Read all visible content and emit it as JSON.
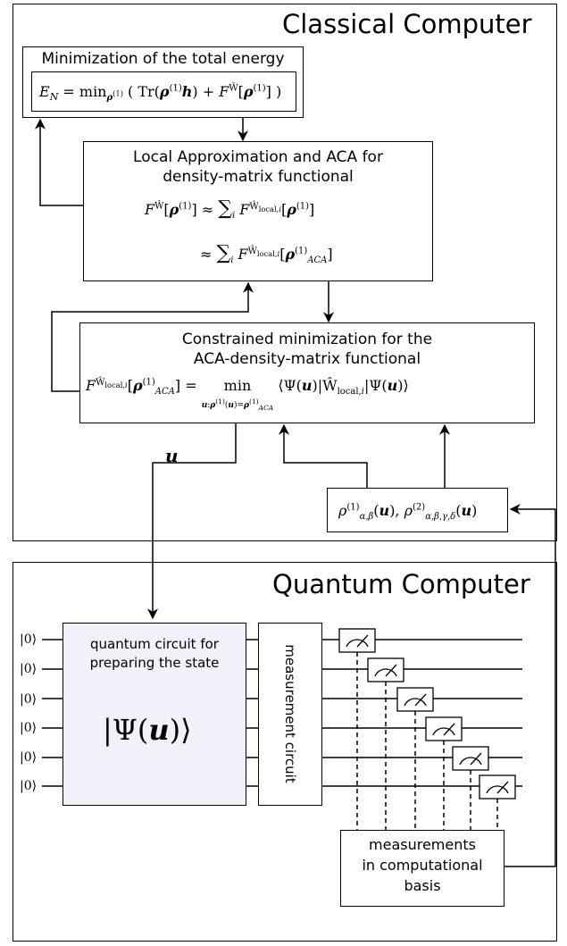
{
  "classical": {
    "title": "Classical Computer",
    "energy_box": {
      "title": "Minimization of the total energy",
      "formula": "E_N = min_{ρ^(1)} ( Tr(ρ^(1) h) + F^Ŵ[ρ^(1)] )"
    },
    "local_box": {
      "title_line1": "Local Approximation and ACA for",
      "title_line2": "density-matrix functional",
      "formula1": "F^Ŵ[ρ^(1)] ≈ Σ_i F^{Ŵ_local,i}[ρ^(1)]",
      "formula2": "≈ Σ_i F^{Ŵ_local,i}[ρ^(1)_ACA]"
    },
    "constrained_box": {
      "title_line1": "Constrained minimization for the",
      "title_line2": "ACA-density-matrix functional",
      "formula": "F^{Ŵ_local,i}[ρ^(1)_ACA] = min_{u:ρ^(1)(u)=ρ^(1)_ACA} ⟨Ψ(u)|Ŵ_local,i|Ψ(u)⟩"
    },
    "rdm_box": {
      "formula": "ρ^(1)_{α,β}(u), ρ^(2)_{α,β,γ,δ}(u)"
    },
    "u_label": "u"
  },
  "quantum": {
    "title": "Quantum Computer",
    "qubit_inits": [
      "|0⟩",
      "|0⟩",
      "|0⟩",
      "|0⟩",
      "|0⟩",
      "|0⟩"
    ],
    "circuit_box": {
      "line1": "quantum circuit for",
      "line2": "preparing the state",
      "state": "|Ψ(u)⟩"
    },
    "measurement_circuit": "measurement circuit",
    "measurements_box": {
      "line1": "measurements",
      "line2": "in computational",
      "line3": "basis"
    }
  }
}
